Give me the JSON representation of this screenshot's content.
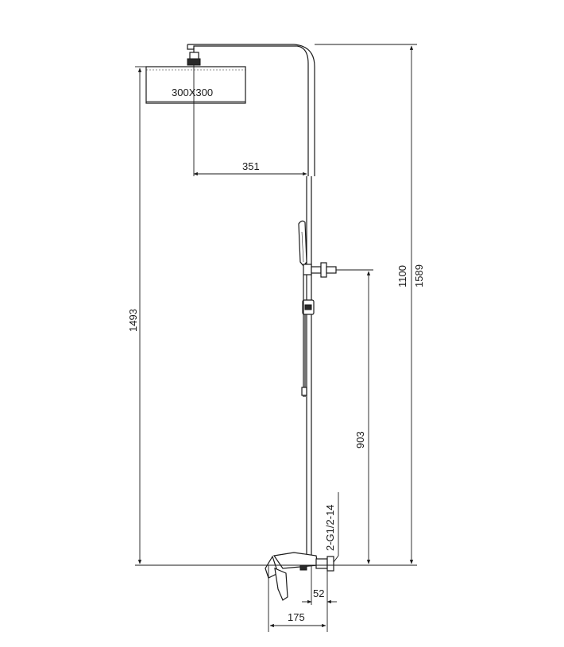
{
  "drawing": {
    "labels": {
      "head_size": "300X300",
      "arm_reach": "351",
      "head_height": "1493",
      "bar_height": "1100",
      "total_height": "1589",
      "outlet_height": "903",
      "inlet_thread": "2-G1/2-14",
      "wall_offset": "52",
      "mixer_depth": "175"
    },
    "colors": {
      "line": "#1a1a1a",
      "background": "#ffffff"
    }
  }
}
